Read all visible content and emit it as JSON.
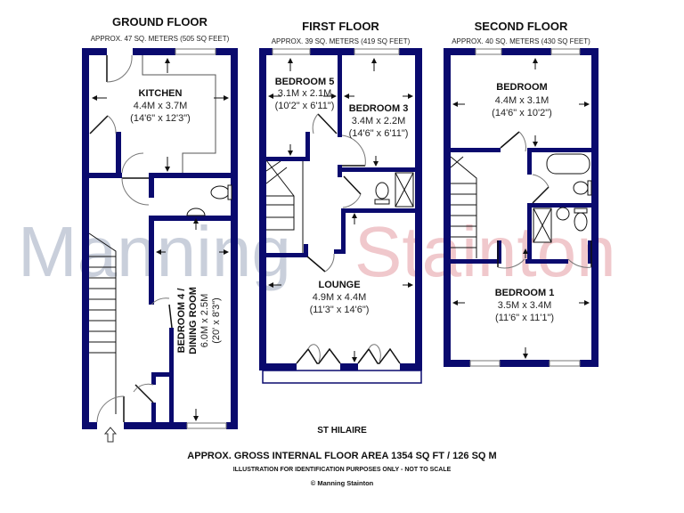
{
  "colors": {
    "wall": "#0a0a6e",
    "watermark_manning": "#c9cfdb",
    "watermark_stainton": "#f0c8cc",
    "text": "#111111"
  },
  "floors": [
    {
      "id": "ground",
      "title": "GROUND FLOOR",
      "area": "APPROX. 47 SQ. METERS (505 SQ FEET)",
      "rooms": [
        {
          "name": "KITCHEN",
          "metric": "4.4M x 3.7M",
          "imperial": "(14'6\" x 12'3\")"
        },
        {
          "name_line1": "BEDROOM 4 /",
          "name_line2": "DINING ROOM",
          "metric": "6.0M x 2.5M",
          "imperial": "(20' x 8'3\")",
          "orientation": "vertical"
        }
      ]
    },
    {
      "id": "first",
      "title": "FIRST FLOOR",
      "area": "APPROX. 39 SQ. METERS (419 SQ FEET)",
      "rooms": [
        {
          "name": "BEDROOM 5",
          "metric": "3.1M x 2.1M",
          "imperial": "(10'2\" x 6'11\")"
        },
        {
          "name": "BEDROOM 3",
          "metric": "3.4M x 2.2M",
          "imperial": "(14'6\" x 6'11\")"
        },
        {
          "name": "LOUNGE",
          "metric": "4.9M x 4.4M",
          "imperial": "(11'3\" x 14'6\")"
        }
      ]
    },
    {
      "id": "second",
      "title": "SECOND FLOOR",
      "area": "APPROX. 40 SQ. METERS (430 SQ FEET)",
      "rooms": [
        {
          "name": "BEDROOM",
          "metric": "4.4M x 3.1M",
          "imperial": "(14'6\" x 10'2\")"
        },
        {
          "name": "BEDROOM 1",
          "metric": "3.5M x 3.4M",
          "imperial": "(11'6\" x 11'1\")"
        }
      ]
    }
  ],
  "watermark": {
    "part1": "Manning",
    "part2": "Stainton"
  },
  "footer": {
    "property_name": "ST HILAIRE",
    "gross_area": "APPROX. GROSS INTERNAL FLOOR AREA 1354 SQ FT / 126 SQ M",
    "disclaimer": "ILLUSTRATION FOR IDENTIFICATION PURPOSES ONLY - NOT TO SCALE",
    "copyright": "© Manning Stainton"
  },
  "icons": {
    "entrance": "up-arrow-outline"
  }
}
